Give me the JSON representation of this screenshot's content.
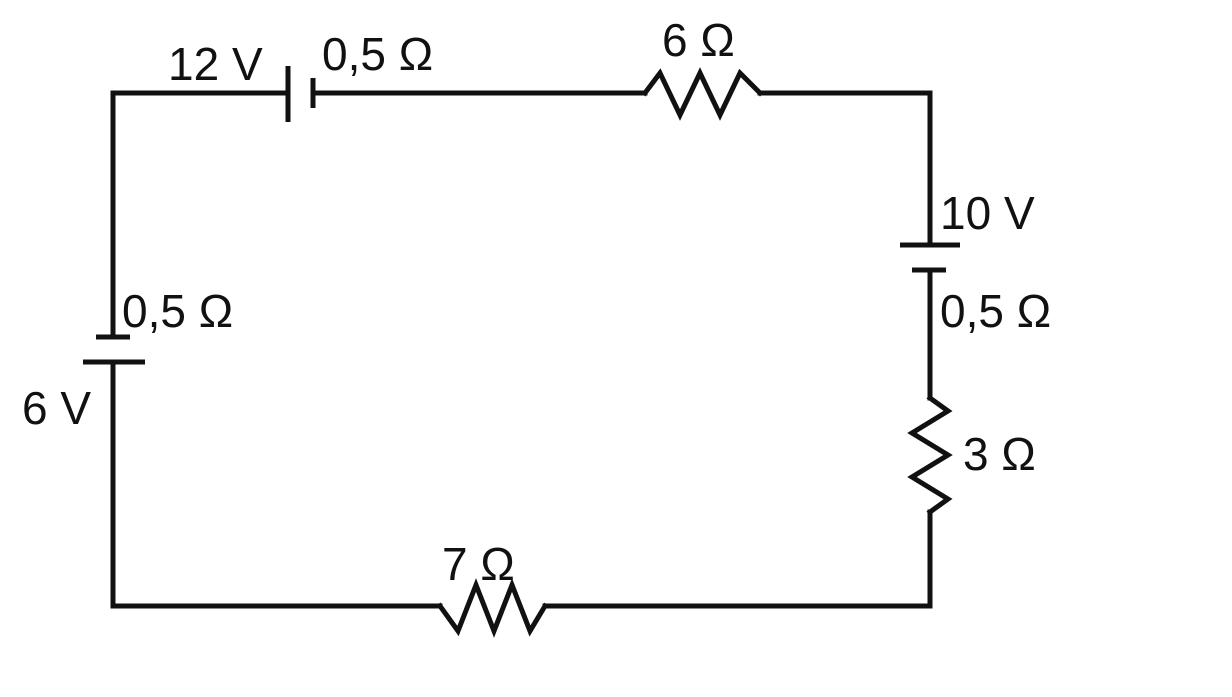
{
  "circuit": {
    "battery_top": {
      "emf": "12 V",
      "internal_resistance": "0,5 Ω"
    },
    "resistor_top": {
      "label": "6 Ω"
    },
    "battery_right": {
      "emf": "10 V",
      "internal_resistance": "0,5 Ω"
    },
    "resistor_right": {
      "label": "3 Ω"
    },
    "resistor_bottom": {
      "label": "7 Ω"
    },
    "battery_left": {
      "emf": "6 V",
      "internal_resistance": "0,5 Ω"
    }
  },
  "colors": {
    "line": "#111111",
    "background": "#ffffff"
  }
}
